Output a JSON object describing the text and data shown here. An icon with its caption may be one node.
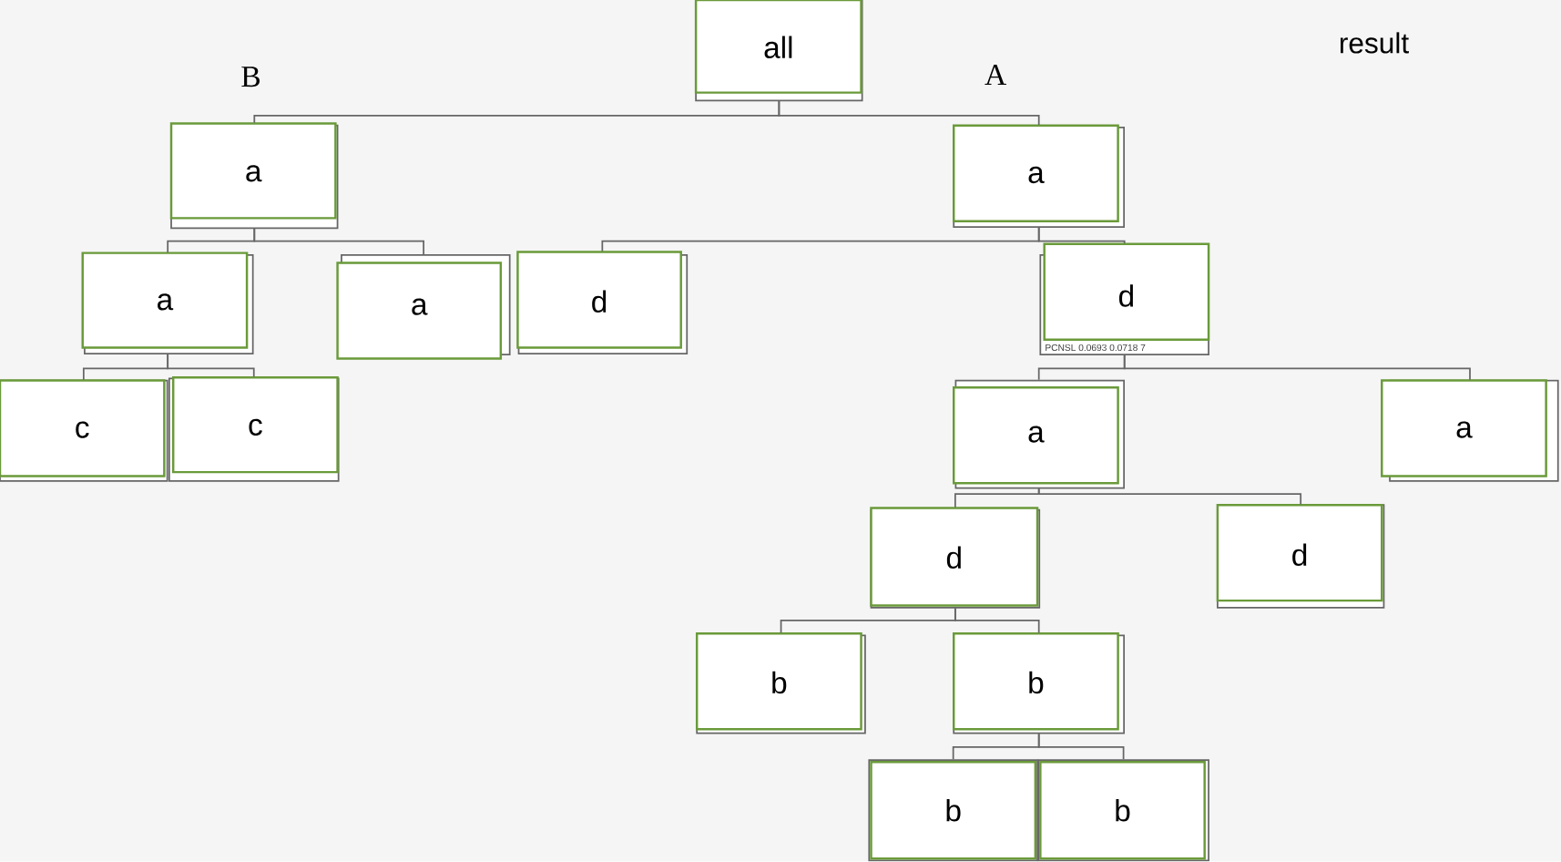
{
  "diagram": {
    "nodes": [
      {
        "text": [
          "all"
        ]
      },
      {
        "text": [
          "a"
        ]
      },
      {
        "text": [
          "a"
        ]
      },
      {
        "text": [
          "a"
        ]
      },
      {
        "text": [
          "a"
        ]
      },
      {
        "text": [
          "d"
        ]
      },
      {
        "text": [
          "d",
          "PCNSL 0.0693 0.0718 7"
        ]
      },
      {
        "text": [
          "c"
        ]
      },
      {
        "text": [
          "c"
        ]
      },
      {
        "text": [
          "a"
        ]
      },
      {
        "text": [
          "a"
        ]
      },
      {
        "text": [
          "d"
        ]
      },
      {
        "text": [
          "d"
        ]
      },
      {
        "text": [
          "b"
        ]
      },
      {
        "text": [
          "b"
        ]
      },
      {
        "text": [
          "b"
        ]
      },
      {
        "text": [
          "b"
        ]
      }
    ],
    "edges": [
      {
        "from": 0,
        "to": 1,
        "arrow": "none"
      },
      {
        "from": 0,
        "to": 2,
        "arrow": "none"
      },
      {
        "from": 1,
        "to": 3,
        "arrow": "none"
      },
      {
        "from": 1,
        "to": 4,
        "arrow": "none"
      },
      {
        "from": 2,
        "to": 5,
        "arrow": "none"
      },
      {
        "from": 2,
        "to": 6,
        "arrow": "none"
      },
      {
        "from": 3,
        "to": 7,
        "arrow": "none"
      },
      {
        "from": 3,
        "to": 8,
        "arrow": "none"
      },
      {
        "from": 6,
        "to": 9,
        "arrow": "none"
      },
      {
        "from": 6,
        "to": 10,
        "arrow": "none"
      },
      {
        "from": 9,
        "to": 11,
        "arrow": "none"
      },
      {
        "from": 9,
        "to": 12,
        "arrow": "none"
      },
      {
        "from": 11,
        "to": 13,
        "arrow": "none"
      },
      {
        "from": 11,
        "to": 14,
        "arrow": "none"
      },
      {
        "from": 14,
        "to": 15,
        "arrow": "none"
      },
      {
        "from": 14,
        "to": 16,
        "arrow": "none"
      }
    ],
    "labels": [
      "result",
      "B",
      "A"
    ]
  }
}
